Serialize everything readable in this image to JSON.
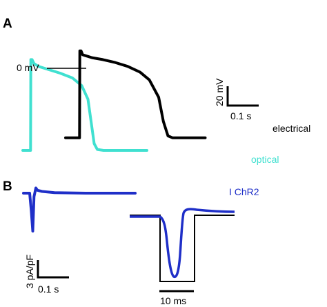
{
  "colors": {
    "electrical": "#000000",
    "optical": "#40e0d0",
    "chr2": "#1f2fc8",
    "text": "#000000"
  },
  "panel_a": {
    "label": "A",
    "zero_label": "0 mV",
    "scale_bar": {
      "vertical_label": "20 mV",
      "horizontal_label": "0.1 s"
    }
  },
  "panel_b": {
    "label": "B",
    "scale_bar": {
      "vertical_label": "3 pA/pF",
      "horizontal_label": "0.1 s"
    },
    "inset_scale_label": "10 ms"
  },
  "chart_data": [
    {
      "type": "line",
      "panel": "A",
      "y_unit": "mV",
      "x_unit": "s",
      "series": [
        {
          "name": "electrical",
          "color": "#000000",
          "x": [
            0.0,
            0.045,
            0.046,
            0.05,
            0.055,
            0.065,
            0.085,
            0.12,
            0.16,
            0.2,
            0.24,
            0.27,
            0.3,
            0.315,
            0.33,
            0.345,
            0.36,
            0.45
          ],
          "y": [
            -72,
            -72,
            18,
            18,
            14,
            13,
            11,
            9,
            6,
            2,
            -4,
            -12,
            -30,
            -55,
            -70,
            -72,
            -72,
            -72
          ]
        },
        {
          "name": "optical",
          "color": "#40e0d0",
          "x": [
            0.0,
            0.025,
            0.026,
            0.03,
            0.036,
            0.05,
            0.08,
            0.12,
            0.16,
            0.19,
            0.21,
            0.22,
            0.23,
            0.24,
            0.26,
            0.4
          ],
          "y": [
            -85,
            -85,
            9,
            9,
            5,
            2,
            -1,
            -5,
            -10,
            -18,
            -32,
            -55,
            -78,
            -84,
            -85,
            -85
          ]
        }
      ]
    },
    {
      "type": "line",
      "panel": "B",
      "y_unit": "pA/pF",
      "x_unit": "s",
      "series": [
        {
          "name": "I ChR2",
          "color": "#1f2fc8",
          "x": [
            0.0,
            0.02,
            0.025,
            0.03,
            0.034,
            0.04,
            0.045,
            0.06,
            0.1,
            0.2,
            0.3,
            0.36
          ],
          "y": [
            0.0,
            0.0,
            -3.0,
            -6.6,
            -0.6,
            0.9,
            0.5,
            0.3,
            0.1,
            0.0,
            0.0,
            0.0
          ]
        }
      ]
    }
  ]
}
